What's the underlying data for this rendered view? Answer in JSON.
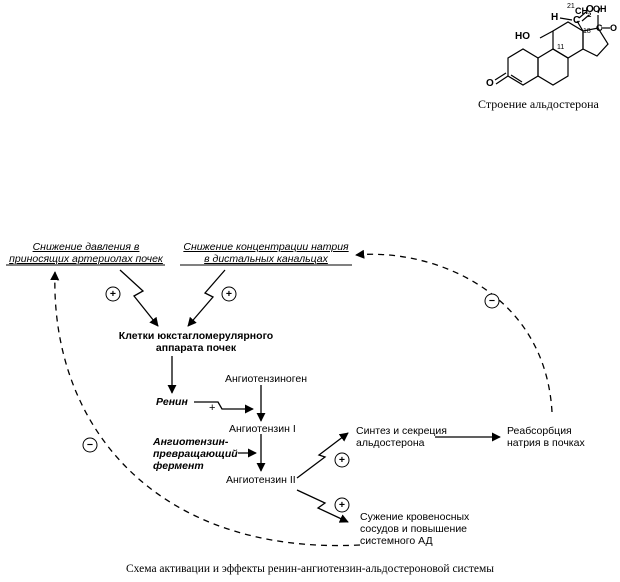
{
  "structure": {
    "caption": "Строение альдостерона",
    "labels": {
      "ho": "HO",
      "oh": "OH",
      "o_ketone": "O",
      "h_aldehyde": "H",
      "c18": "C",
      "o_c18": "O",
      "n18": "18",
      "n21": "21",
      "ch2": "CH",
      "sub2": "2",
      "c_o": "C",
      "o_co": "O",
      "n11": "11"
    }
  },
  "diagram": {
    "pressure_drop": [
      "Снижение давления в",
      "приносящих артериолах почек"
    ],
    "sodium_drop": [
      "Снижение концентрации натрия",
      "в дистальных канальцах"
    ],
    "jga_cells": [
      "Клетки юкстагломерулярного",
      "аппарата почек"
    ],
    "renin": "Ренин",
    "angiotensinogen": "Ангиотензиноген",
    "angiotensin_1": "Ангиотензин I",
    "ace": [
      "Ангиотензин-",
      "превращающий",
      "фермент"
    ],
    "angiotensin_2": "Ангиотензин II",
    "aldosterone_synthesis": [
      "Синтез и секреция",
      "альдостерона"
    ],
    "sodium_reabsorption": [
      "Реабсорбция",
      "натрия в почках"
    ],
    "vasoconstriction": [
      "Сужение кровеносных",
      "сосудов и повышение",
      "системного АД"
    ],
    "plus": "+",
    "minus": "−",
    "caption": "Схема активации и эффекты ренин-ангиотензин-альдостероновой системы"
  }
}
